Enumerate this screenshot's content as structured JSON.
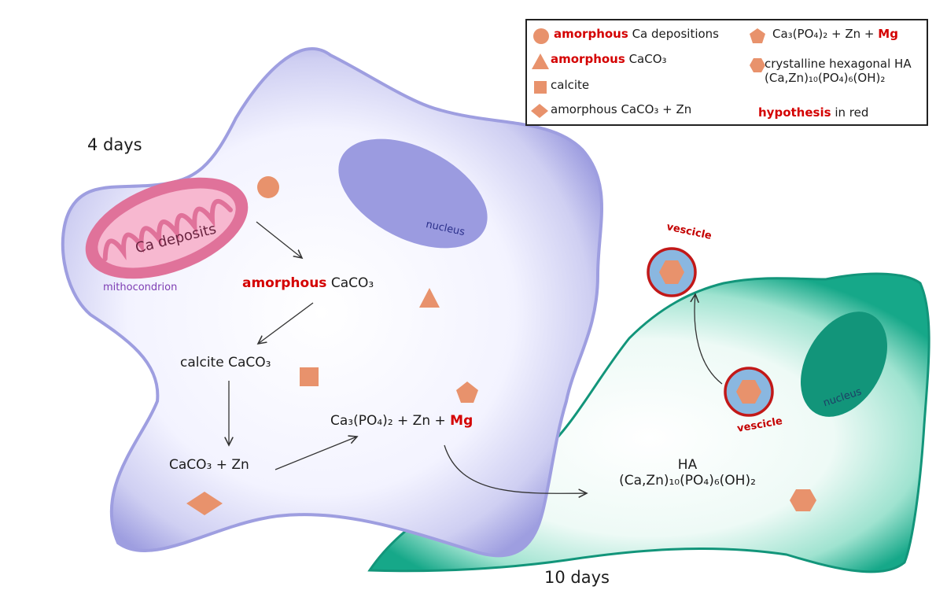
{
  "labels": {
    "days4": "4 days",
    "days10": "10 days",
    "ca_deposits": "Ca deposits",
    "mitochondrion": "mithocondrion",
    "nucleus_left": "nucleus",
    "nucleus_right": "nucleus",
    "vesicle_top": "vescicle",
    "vesicle_bottom": "vescicle",
    "amorphous_word": "amorphous",
    "caco3_rest": "CaCO₃",
    "calcite_caco3": "calcite CaCO₃",
    "caco3_zn": "CaCO₃ + Zn",
    "ca3po4_prefix": "Ca₃(PO₄)₂ + Zn + ",
    "mg": "Mg",
    "ha_title": "HA",
    "ha_formula": "(Ca,Zn)₁₀(PO₄)₆(OH)₂"
  },
  "legend": {
    "item1_red": "amorphous",
    "item1_rest": "Ca depositions",
    "item2_red": "amorphous",
    "item2_rest": "CaCO₃",
    "item3": "calcite",
    "item4": "amorphous CaCO₃ + Zn",
    "item5_prefix": "Ca₃(PO₄)₂ +  Zn + ",
    "item5_red": "Mg",
    "item6_line1": "crystalline hexagonal HA",
    "item6_line2": "(Ca,Zn)₁₀(PO₄)₆(OH)₂",
    "item7_red": "hypothesis",
    "item7_rest": "in red"
  },
  "colors": {
    "cell_left": "#9e9ee0",
    "cell_left_inner": "#f6f6ff",
    "cell_right": "#16a889",
    "cell_right_inner": "#eefaf6",
    "mineral": "#e8926c",
    "mitochondrion": "#e0729a",
    "nucleus_left": "#9b9be0",
    "nucleus_right": "#12957a",
    "vesicle_ring": "#c21818",
    "vesicle_fill": "#8ab7e0",
    "hypothesis_red": "#d40000"
  }
}
